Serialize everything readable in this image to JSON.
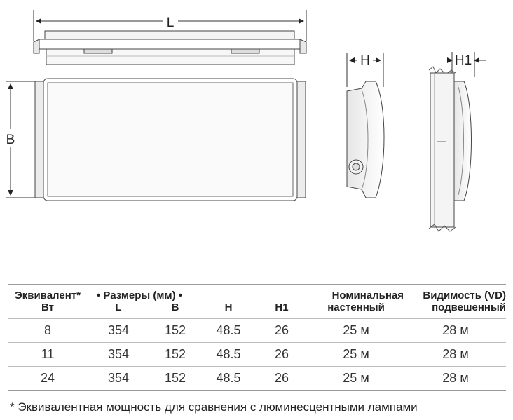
{
  "drawing": {
    "labels": {
      "L": "L",
      "B": "B",
      "H": "H",
      "H1": "H1"
    }
  },
  "table": {
    "header_row1": {
      "equivalent": "Эквивалент*",
      "dimensions": "• Размеры (мм) •",
      "nominal": "Номинальная",
      "visibility": "Видимость (VD)"
    },
    "header_row2": {
      "unit": "Вт",
      "L": "L",
      "B": "B",
      "H": "H",
      "H1": "H1",
      "wall": "настенный",
      "suspended": "подвешенный"
    },
    "rows": [
      {
        "watt": "8",
        "L": "354",
        "B": "152",
        "H": "48.5",
        "H1": "26",
        "wall": "25 м",
        "suspended": "28 м"
      },
      {
        "watt": "11",
        "L": "354",
        "B": "152",
        "H": "48.5",
        "H1": "26",
        "wall": "25 м",
        "suspended": "28 м"
      },
      {
        "watt": "24",
        "L": "354",
        "B": "152",
        "H": "48.5",
        "H1": "26",
        "wall": "25 м",
        "suspended": "28 м"
      }
    ]
  },
  "footnote": "* Эквивалентная мощность для сравнения с люминесцентными лампами"
}
